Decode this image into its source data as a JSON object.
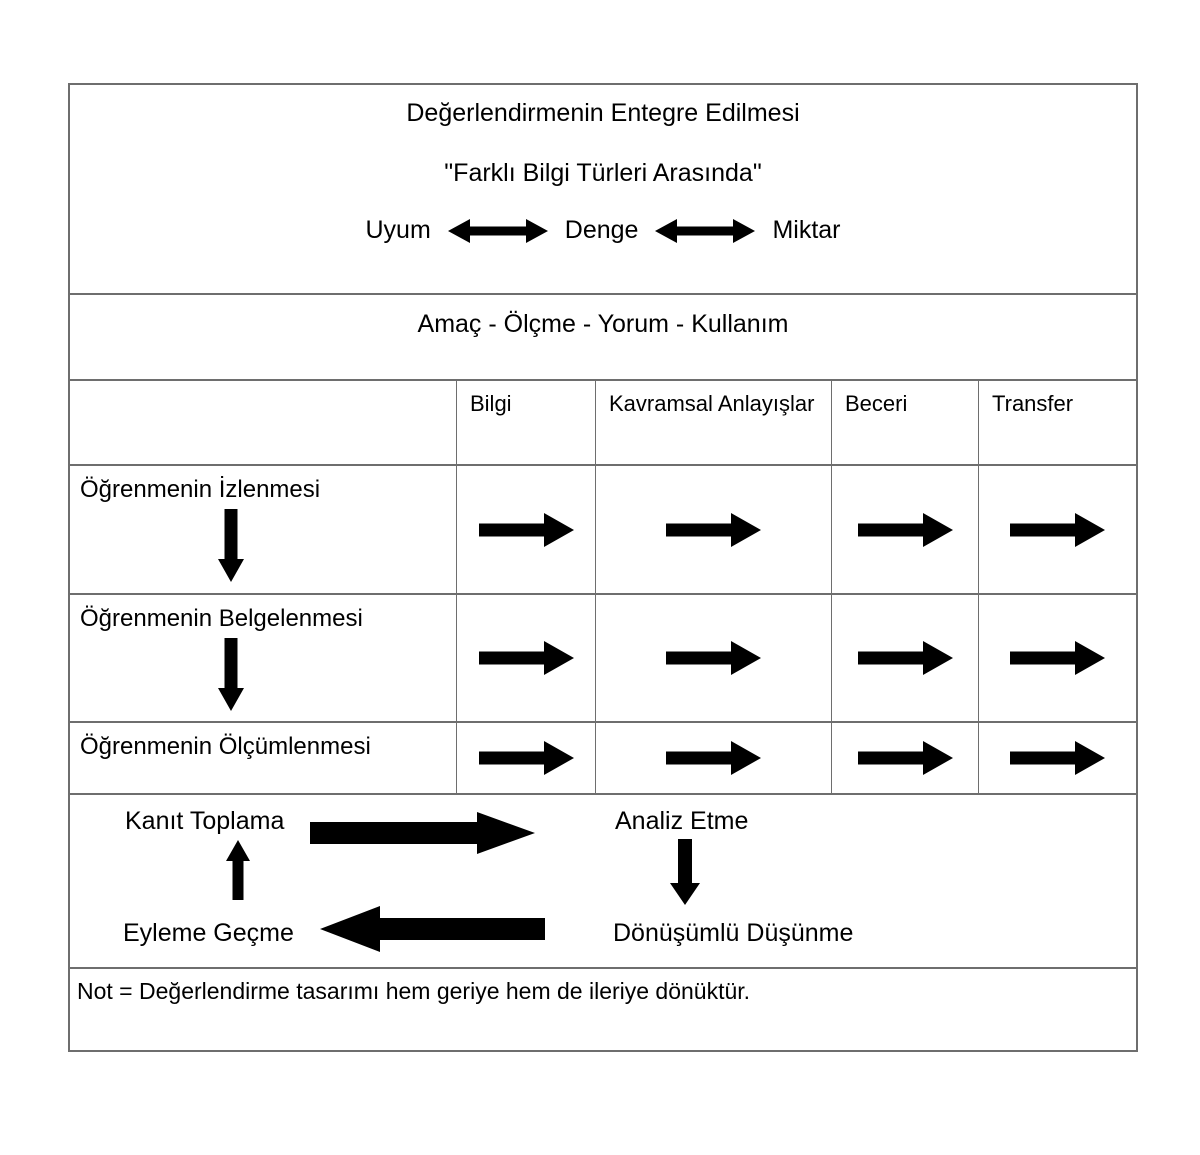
{
  "diagram": {
    "header_section": {
      "title": "Değerlendirmenin Entegre Edilmesi",
      "subtitle": "\"Farklı Bilgi Türleri Arasında\"",
      "spectrum": {
        "left": "Uyum",
        "middle": "Denge",
        "right": "Miktar"
      }
    },
    "process_row": "Amaç - Ölçme - Yorum - Kullanım",
    "columns": [
      "Bilgi",
      "Kavramsal Anlayışlar",
      "Beceri",
      "Transfer"
    ],
    "rows": [
      {
        "label": "Öğrenmenin İzlenmesi",
        "has_down_arrow": true
      },
      {
        "label": "Öğrenmenin Belgelenmesi",
        "has_down_arrow": true
      },
      {
        "label": "Öğrenmenin Ölçümlenmesi",
        "has_down_arrow": false
      }
    ],
    "cycle": {
      "top_left": "Kanıt Toplama",
      "top_right": "Analiz Etme",
      "bottom_right": "Dönüşümlü Düşünme",
      "bottom_left": "Eyleme Geçme"
    },
    "note": "Not = Değerlendirme tasarımı hem geriye hem de ileriye dönüktür.",
    "colors": {
      "border": "#6e6e6e",
      "arrow": "#000000",
      "text": "#000000",
      "background": "#ffffff"
    }
  }
}
